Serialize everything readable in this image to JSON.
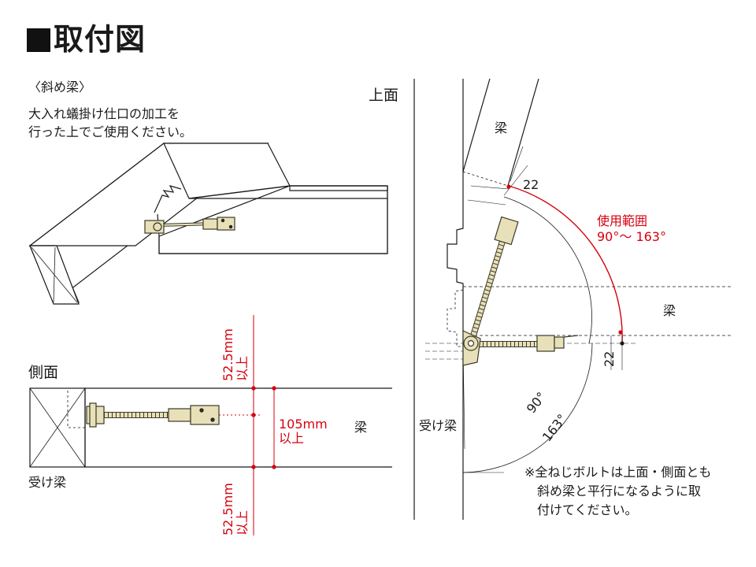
{
  "title": "取付図",
  "diagonal_view": {
    "heading": "〈斜め梁〉",
    "instruction_line1": "大入れ蟻掛け仕口の加工を",
    "instruction_line2": "行った上でご使用ください。"
  },
  "side_view": {
    "heading": "側面",
    "receiving_beam_label": "受け梁",
    "beam_label": "梁",
    "top_offset_value": "52.5mm",
    "top_offset_suffix": "以上",
    "bottom_offset_value": "52.5mm",
    "bottom_offset_suffix": "以上",
    "height_value": "105mm",
    "height_suffix": "以上"
  },
  "top_view": {
    "heading": "上面",
    "beam_upper_label": "梁",
    "beam_lower_label": "梁",
    "receiving_beam_label": "受け梁",
    "dim_top": "22",
    "dim_side": "22",
    "range_label": "使用範囲",
    "range_value": "90°～ 163°",
    "angle_90": "90°",
    "angle_163": "163°"
  },
  "note": {
    "line1": "※全ねじボルトは上面・側面とも",
    "line2": "斜め梁と平行になるように取",
    "line3": "付けてください。"
  },
  "colors": {
    "line": "#1a1a1a",
    "dimension_red": "#d7000f",
    "hardware_fill": "#e8e0b8",
    "hardware_stroke": "#3a3a2a"
  }
}
